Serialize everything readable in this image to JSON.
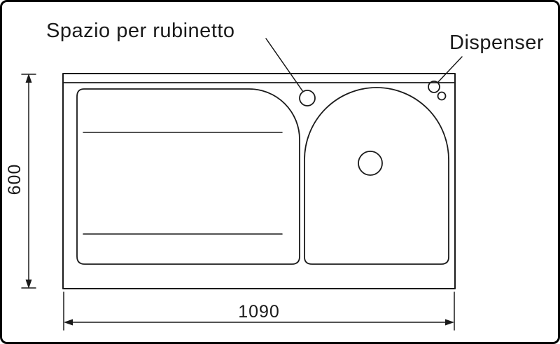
{
  "diagram": {
    "labels": {
      "faucet_space": "Spazio per rubinetto",
      "dispenser": "Dispenser"
    },
    "dimensions": {
      "height": "600",
      "width": "1090"
    },
    "colors": {
      "line": "#1a1a1a",
      "background": "#ffffff"
    }
  }
}
